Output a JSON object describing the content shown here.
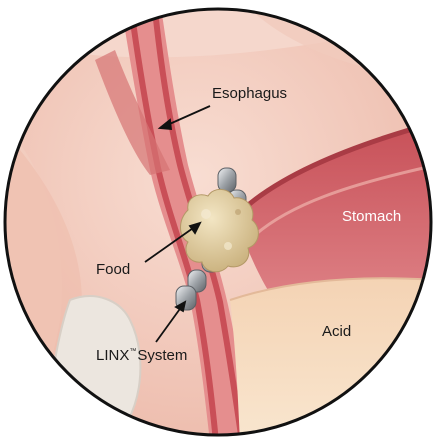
{
  "labels": {
    "esophagus": "Esophagus",
    "stomach": "Stomach",
    "food": "Food",
    "acid": "Acid",
    "linx_main": "LINX",
    "linx_tm": "™",
    "linx_tail": "System"
  },
  "colors": {
    "background": "#ffffff",
    "circle_border": "#111111",
    "tissue_light": "#f3c9bc",
    "tissue_mid": "#e9a99a",
    "muscle": "#c9595b",
    "stomach_lining": "#d06a6a",
    "acid_fluid": "#f6dcc0",
    "food": "#e6d3a6",
    "bead_steel": "#9ea3a8",
    "bone": "#ece6df"
  },
  "icons": {
    "food_bolus": "food-bolus-icon",
    "magnetic_bead": "magnetic-bead-icon"
  }
}
